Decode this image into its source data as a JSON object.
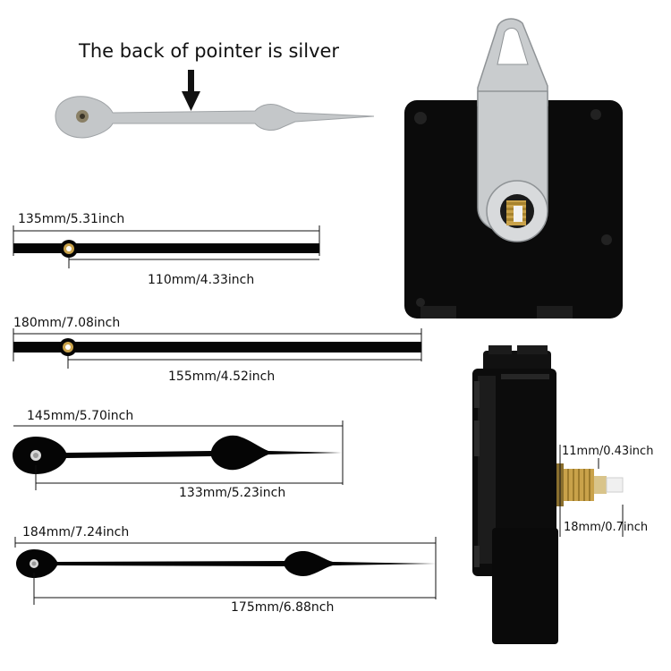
{
  "headline": "The back of pointer is silver",
  "hand_sets": [
    {
      "total": "135mm/5.31inch",
      "inner": "110mm/4.33inch"
    },
    {
      "total": "180mm/7.08inch",
      "inner": "155mm/4.52inch"
    },
    {
      "total": "145mm/5.70inch",
      "inner": "133mm/5.23inch"
    },
    {
      "total": "184mm/7.24inch",
      "inner": "175mm/6.88nch"
    }
  ],
  "shaft": {
    "length_label": "11mm/0.43inch",
    "thread_label": "18mm/0.7inch"
  },
  "colors": {
    "hand_black": "#050505",
    "silver": "#c9ccce",
    "brass": "#c9a24a",
    "arrow": "#111111"
  }
}
